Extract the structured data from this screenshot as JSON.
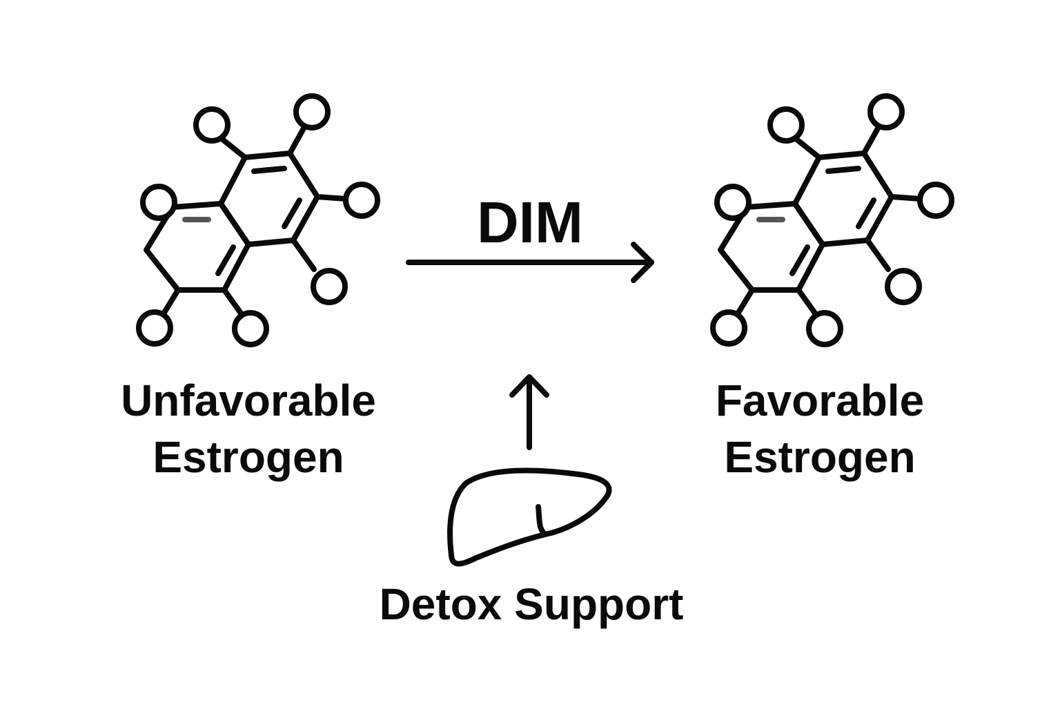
{
  "molecules": {
    "left_label_line1": "Unfavorable",
    "left_label_line2": "Estrogen",
    "right_label_line1": "Favorable",
    "right_label_line2": "Estrogen"
  },
  "conversion": {
    "agent_label": "DIM"
  },
  "support": {
    "label": "Detox Support",
    "organ_icon": "liver-icon"
  },
  "colors": {
    "line": "#0a0a0a",
    "background": "#ffffff"
  }
}
